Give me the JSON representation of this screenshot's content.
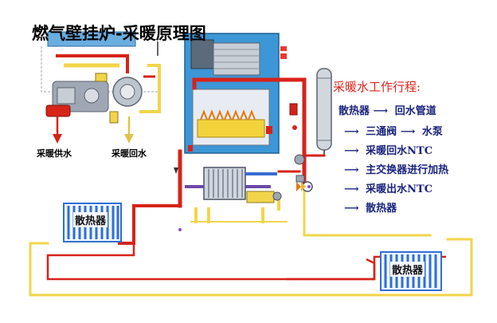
{
  "title": "燃气壁挂炉-采暖原理图",
  "legend": {
    "heading": "采暖水工作行程:",
    "steps": [
      {
        "text": "散热器",
        "arrow_after": true,
        "tail": "回水管道"
      },
      {
        "text": "三通阀",
        "arrow_before": true,
        "tail": "水泵"
      },
      {
        "text": "采暖回水NTC",
        "arrow_before": true
      },
      {
        "text": "主交换器进行加热",
        "arrow_before": true
      },
      {
        "text": "采暖出水NTC",
        "arrow_before": true
      },
      {
        "text": "散热器",
        "arrow_before": true
      }
    ]
  },
  "labels": {
    "supply": "采暖供水",
    "return": "采暖回水",
    "radiator_left": "散热器",
    "radiator_right": "散热器"
  },
  "colors": {
    "hot_pipe": "#d7231a",
    "cold_pipe": "#f2d44a",
    "boiler_body": "#2e8fcf",
    "radiator": "#2f6fd6",
    "text_navy": "#1a237e",
    "accent_red": "#e1251b"
  }
}
